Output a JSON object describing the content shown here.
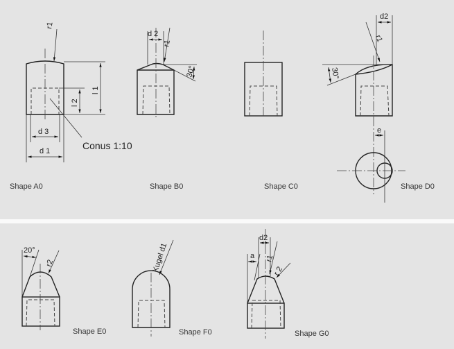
{
  "shapes": {
    "a0": {
      "label": "Shape A0",
      "r1": "r1",
      "l1": "l 1",
      "l2": "l 2",
      "d3": "d 3",
      "d1": "d 1",
      "conus": "Conus 1:10"
    },
    "b0": {
      "label": "Shape B0",
      "d2": "d 2",
      "r1": "r1",
      "angle": "30°"
    },
    "c0": {
      "label": "Shape C0"
    },
    "d0": {
      "label": "Shape D0",
      "d2": "d2",
      "r1": "r1",
      "angle": "30°",
      "e": "e"
    },
    "e0": {
      "label": "Shape E0",
      "angle": "20°",
      "r2": "r2"
    },
    "f0": {
      "label": "Shape F0",
      "kugel": "Kugel d1"
    },
    "g0": {
      "label": "Shape G0",
      "d2": "d2",
      "a": "a",
      "r1": "r1",
      "r2": "r 2"
    }
  },
  "colors": {
    "background": "#e4e4e4",
    "separator": "#fafafa",
    "line": "#222222"
  }
}
